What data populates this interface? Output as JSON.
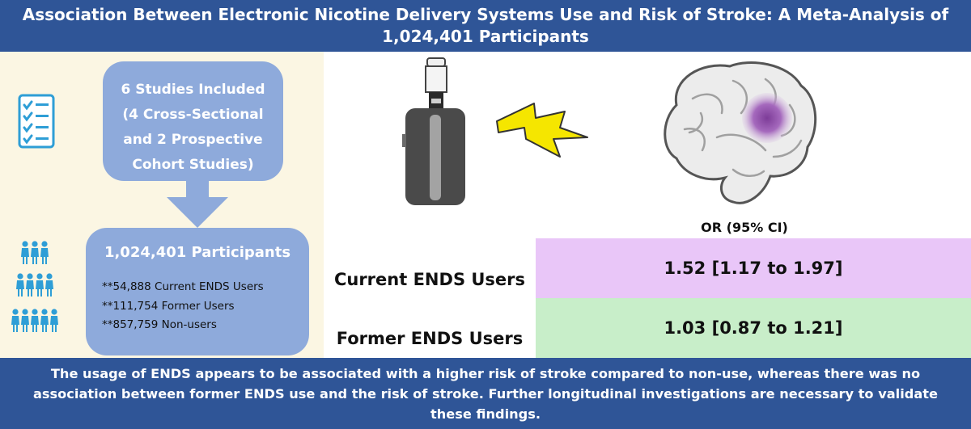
{
  "header": {
    "title": "Association Between Electronic Nicotine Delivery Systems Use and Risk of Stroke: A Meta-Analysis of 1,024,401 Participants"
  },
  "studies_box": {
    "lines": [
      "6 Studies Included",
      "(4 Cross-Sectional",
      "and 2 Prospective",
      "Cohort Studies)"
    ]
  },
  "participants_box": {
    "title": "1,024,401 Participants",
    "lines": [
      "**54,888 Current ENDS Users",
      "**111,754 Former Users",
      "**857,759 Non-users"
    ]
  },
  "results": {
    "column_header": "OR (95% CI)",
    "rows": [
      {
        "label": "Current ENDS Users",
        "value": "1.52 [1.17 to 1.97]",
        "color": "#e9c6f8"
      },
      {
        "label": "Former ENDS Users",
        "value": "1.03 [0.87 to 1.21]",
        "color": "#c8eec9"
      }
    ]
  },
  "footer": {
    "text": "The usage of ENDS appears to be associated with a higher risk of stroke compared to non-use, whereas there was no association between former ENDS use and the risk of stroke. Further longitudinal investigations are necessary to validate these findings."
  },
  "icons": {
    "checklist": "checklist-icon",
    "people": "people-group-icon",
    "device": "e-cigarette-icon",
    "lightning": "lightning-bolt-icon",
    "brain": "brain-icon",
    "arrow": "arrow-down-icon"
  },
  "colors": {
    "header_bg": "#2f5597",
    "box_bg": "#8eaadb",
    "left_panel_bg": "#fbf6e3",
    "icon_blue": "#2e9ed6",
    "lightning": "#f5e600",
    "lesion": "#9b59b6"
  }
}
